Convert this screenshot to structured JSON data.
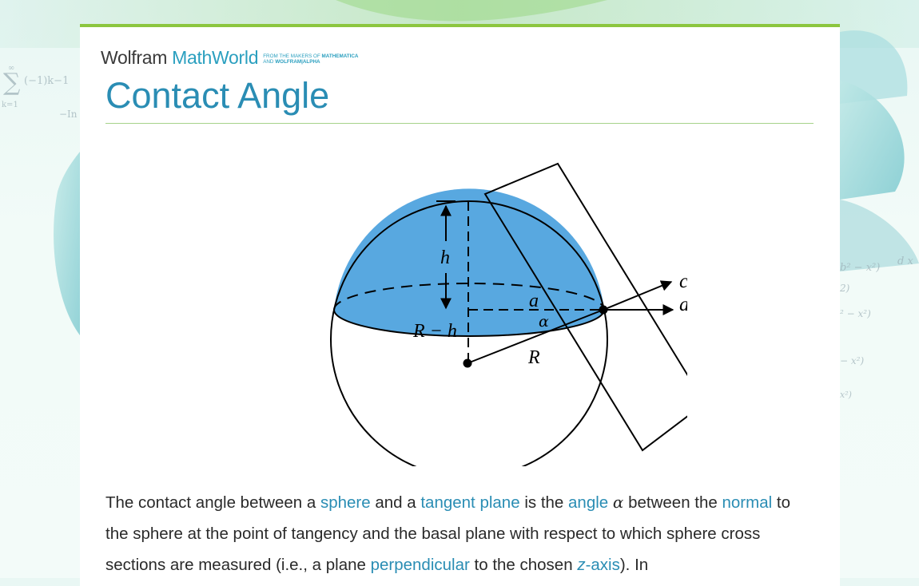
{
  "brand": {
    "wolfram": "Wolfram",
    "mathworld": "MathWorld",
    "tagline_line1_prefix": "FROM THE MAKERS OF ",
    "tagline_line1_bold": "MATHEMATICA",
    "tagline_line2_prefix": "AND ",
    "tagline_line2_bold": "WOLFRAM|ALPHA"
  },
  "page": {
    "title": "Contact Angle"
  },
  "background_math": {
    "sum_sign": "∑",
    "sum_upper": "∞",
    "sum_lower": "k=1",
    "sum_term": "(−1)k−1",
    "ln_fragment": "−In",
    "right_dx_1": "b² − x²)",
    "right_dx_2": "d x",
    "right_frac_1": "2)",
    "right_frac_2": "² − x²)",
    "right_frac_3": "− x²)",
    "right_frac_4": "x²)"
  },
  "figure": {
    "label_h": "h",
    "label_a": "a",
    "label_alpha": "α",
    "label_r_minus_h": "R − h",
    "label_r": "R",
    "label_contact": "contact",
    "label_angle": "angle"
  },
  "paragraph": {
    "t1": "The contact angle between a ",
    "link_sphere": "sphere",
    "t2": " and a ",
    "link_tangent_plane": "tangent plane",
    "t3": " is the ",
    "link_angle": "angle",
    "t4": " ",
    "alpha": "α",
    "t5": " between the ",
    "link_normal": "normal",
    "t6": " to the sphere at the point of tangency and the basal plane with respect to which sphere cross sections are measured (i.e., a plane ",
    "link_perpendicular": "perpendicular",
    "t7": " to the chosen ",
    "link_z_axis_italic": "z",
    "link_z_axis_rest": "-axis",
    "t8": "). In"
  },
  "colors": {
    "cap_fill": "#58a8e0",
    "link": "#2a8db4",
    "title": "#2a8db4",
    "accent_bar": "#8cc63f"
  }
}
